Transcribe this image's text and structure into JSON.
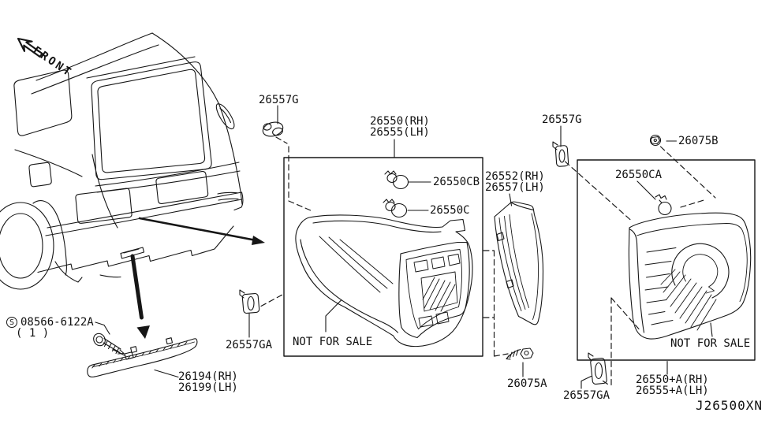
{
  "diagram": {
    "code": "J26500XN",
    "front_label": "FRONT",
    "not_for_sale": "NOT FOR SALE"
  },
  "labels": {
    "clip_top_left": "26557G",
    "outer_lamp_rh": "26550(RH)",
    "outer_lamp_lh": "26555(LH)",
    "clip_top_right": "26557G",
    "bolt_inner": "26075B",
    "bulb_upper": "26550CB",
    "bulb_lower": "26550C",
    "lamp_body_rh": "26552(RH)",
    "lamp_body_lh": "26557(LH)",
    "bulb_inner_lamp": "26550CA",
    "screw_symbol": "S",
    "screw_part": "08566-6122A",
    "screw_qty": "( 1 )",
    "grommet_outer": "26557GA",
    "reflector_rh": "26194(RH)",
    "reflector_lh": "26199(LH)",
    "screw_tapping": "26075A",
    "grommet_inner": "26557GA",
    "inner_lamp_rh": "26550+A(RH)",
    "inner_lamp_lh": "26555+A(LH)"
  }
}
